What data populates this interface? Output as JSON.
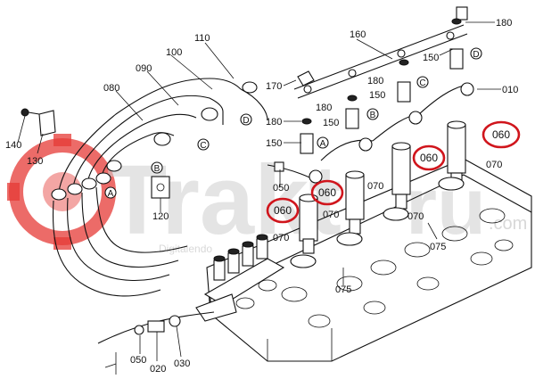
{
  "watermark": {
    "brand": "Trakt",
    "brand_tail": "ru",
    "domain_suffix": ".com",
    "tagline": "Digitalendo",
    "accent_color": "#e53935"
  },
  "part_labels": {
    "p010": "010",
    "p020": "020",
    "p030": "030",
    "p050_left": "050",
    "p050_bottom": "050",
    "p070_a": "070",
    "p070_b": "070",
    "p070_c": "070",
    "p070_d": "070",
    "p070_e": "070",
    "p075_a": "075",
    "p075_b": "075",
    "p080": "080",
    "p090": "090",
    "p100": "100",
    "p110": "110",
    "p120": "120",
    "p130": "130",
    "p140": "140",
    "p150_a": "150",
    "p150_b": "150",
    "p150_c": "150",
    "p150_d": "150",
    "p160": "160",
    "p170": "170",
    "p180_a": "180",
    "p180_b": "180",
    "p180_c": "180",
    "p180_top": "180"
  },
  "circled_letters": {
    "a_left": "A",
    "a_right": "A",
    "b_left": "B",
    "b_right": "B",
    "c_left": "C",
    "c_right": "C",
    "d_left": "D",
    "d_right": "D"
  },
  "highlighted_labels": {
    "h1": "060",
    "h2": "060",
    "h3": "060",
    "h4": "060"
  },
  "colors": {
    "highlight_ring": "#d0151c",
    "line": "#111111"
  }
}
